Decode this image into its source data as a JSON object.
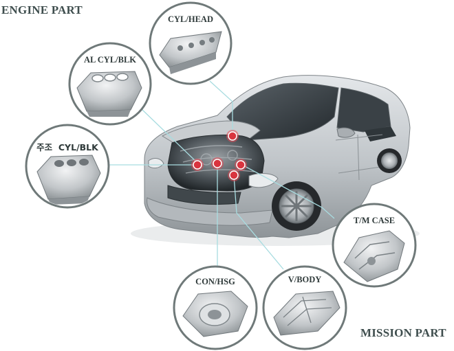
{
  "titles": {
    "engine": "ENGINE PART",
    "mission": "MISSION PART"
  },
  "parts": [
    {
      "id": "cyl-head",
      "label": "CYL/HEAD"
    },
    {
      "id": "al-cyl-blk",
      "label": "AL CYL/BLK"
    },
    {
      "id": "cast-cyl-blk",
      "label": "주조  CYL/BLK"
    },
    {
      "id": "tm-case",
      "label": "T/M CASE"
    },
    {
      "id": "v-body",
      "label": "V/BODY"
    },
    {
      "id": "con-hsg",
      "label": "CON/HSG"
    }
  ],
  "colors": {
    "leader_line": "#a8dce0",
    "circle_border": "#6f7979",
    "marker": "#d9343f",
    "car_body": "#c3c7cb"
  }
}
